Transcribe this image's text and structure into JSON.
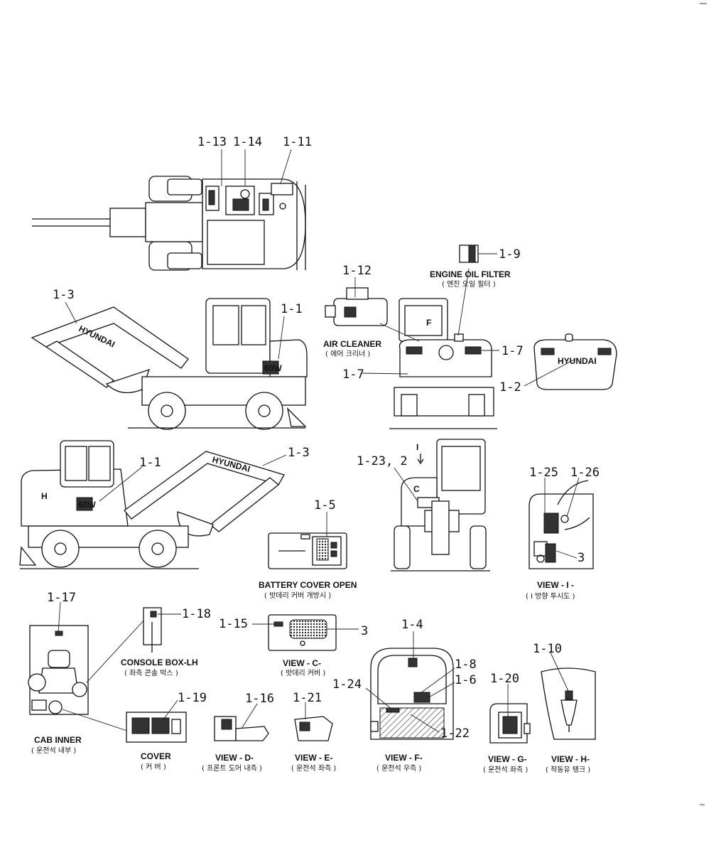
{
  "labels": {
    "l_1_13": "1-13",
    "l_1_14": "1-14",
    "l_1_11": "1-11",
    "l_1_9": "1-9",
    "l_1_12": "1-12",
    "l_1_3a": "1-3",
    "l_1_1a": "1-1",
    "l_1_7a": "1-7",
    "l_1_7b": "1-7",
    "l_1_2": "1-2",
    "l_1_1b": "1-1",
    "l_1_3b": "1-3",
    "l_1_23": "1-23, 2",
    "l_1_25": "1-25",
    "l_1_26": "1-26",
    "l_3a": "3",
    "l_1_5": "1-5",
    "l_1_17": "1-17",
    "l_1_18": "1-18",
    "l_1_15": "1-15",
    "l_3b": "3",
    "l_1_4": "1-4",
    "l_1_10": "1-10",
    "l_1_8": "1-8",
    "l_1_6": "1-6",
    "l_1_24": "1-24",
    "l_1_20": "1-20",
    "l_1_16": "1-16",
    "l_1_21": "1-21",
    "l_1_19": "1-19",
    "l_1_22": "1-22"
  },
  "decals": {
    "brand": "HYUNDAI",
    "model": "60W",
    "letter_f": "F",
    "letter_h": "H",
    "letter_c": "C",
    "letter_i": "I"
  },
  "captions": {
    "engine_oil_filter": "ENGINE OIL FILTER",
    "engine_oil_filter_ko": "( 엔진 오일 필터 )",
    "air_cleaner": "AIR CLEANER",
    "air_cleaner_ko": "( 에어 크리너 )",
    "battery_cover_open": "BATTERY COVER OPEN",
    "battery_cover_open_ko": "( 밧데리 커버 개방시 )",
    "view_i": "VIEW - I -",
    "view_i_ko": "( I 방향 투시도 )",
    "console_box": "CONSOLE BOX-LH",
    "console_box_ko": "( 좌측 콘솔 박스 )",
    "view_c": "VIEW - C-",
    "view_c_ko": "( 밧데리 커버 )",
    "cab_inner": "CAB INNER",
    "cab_inner_ko": "( 운전석 내부 )",
    "cover": "COVER",
    "cover_ko": "( 커 버 )",
    "view_d": "VIEW - D-",
    "view_d_ko": "( 프론트 도어 내측 )",
    "view_e": "VIEW - E-",
    "view_e_ko": "( 운전석 좌측 )",
    "view_f": "VIEW - F-",
    "view_f_ko": "( 운전석 우측 )",
    "view_g": "VIEW - G-",
    "view_g_ko": "( 운전석 좌측 )",
    "view_h": "VIEW - H-",
    "view_h_ko": "( 작동유 탱크 )"
  }
}
